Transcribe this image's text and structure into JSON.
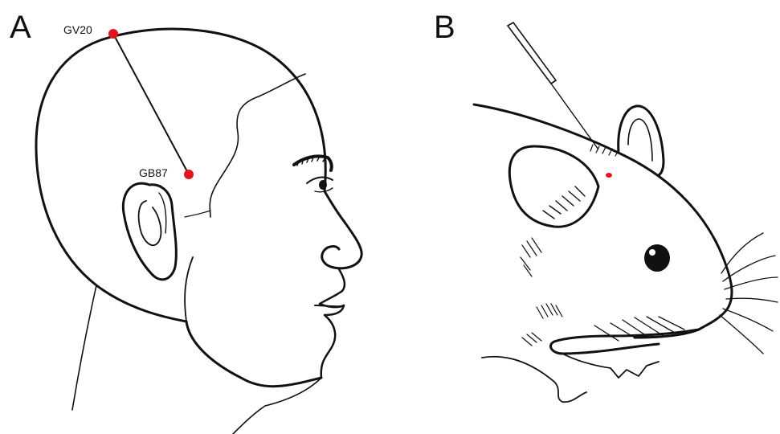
{
  "panels": {
    "a": {
      "letter": "A"
    },
    "b": {
      "letter": "B"
    }
  },
  "acupoints": {
    "gv20": {
      "label": "GV20",
      "color": "#e0141b"
    },
    "gb87": {
      "label": "GB87",
      "color": "#e0141b"
    }
  },
  "colors": {
    "ink": "#111111",
    "marker": "#e0141b",
    "background": "#ffffff"
  }
}
